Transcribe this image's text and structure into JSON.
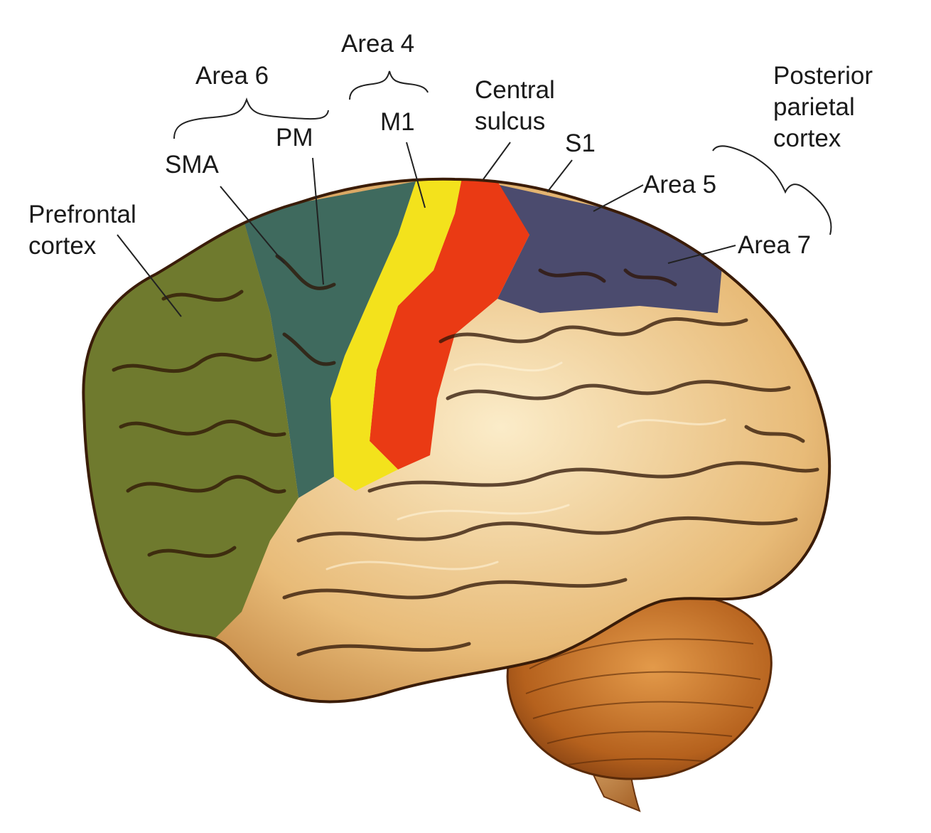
{
  "labels": {
    "area6": "Area 6",
    "area4": "Area 4",
    "sma": "SMA",
    "pm": "PM",
    "m1": "M1",
    "central_sulcus": [
      "Central",
      "sulcus"
    ],
    "s1": "S1",
    "posterior_parietal": [
      "Posterior",
      "parietal",
      "cortex"
    ],
    "area5": "Area 5",
    "area7": "Area 7",
    "prefrontal": [
      "Prefrontal",
      "cortex"
    ]
  },
  "colors": {
    "prefrontal_region": "#6f7a2e",
    "premotor_region": "#3f6a5e",
    "m1_region": "#f3e21c",
    "s1_region": "#ea3a14",
    "parietal_region": "#4b4b6e",
    "cortex_base": "#e2b273",
    "cortex_light": "#f8e7c2",
    "cerebellum": "#b4641f",
    "sulcus_dark": "#3a1c08"
  }
}
